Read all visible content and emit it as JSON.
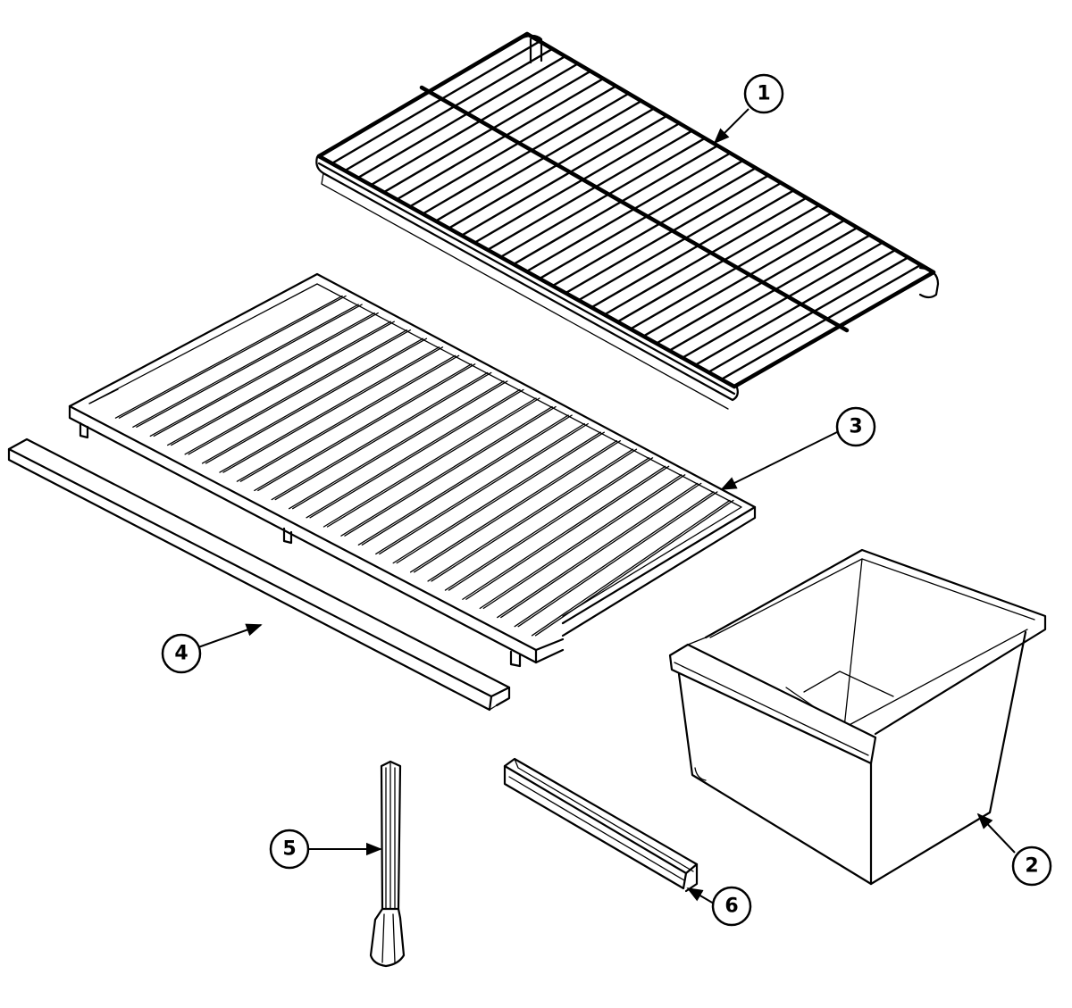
{
  "callouts": [
    {
      "id": "1",
      "label": "1"
    },
    {
      "id": "2",
      "label": "2"
    },
    {
      "id": "3",
      "label": "3"
    },
    {
      "id": "4",
      "label": "4"
    },
    {
      "id": "5",
      "label": "5"
    },
    {
      "id": "6",
      "label": "6"
    }
  ],
  "parts": [
    {
      "callout": "1",
      "icon": "wire-shelf-icon"
    },
    {
      "callout": "2",
      "icon": "crisper-drawer-icon"
    },
    {
      "callout": "3",
      "icon": "slotted-shelf-icon"
    },
    {
      "callout": "4",
      "icon": "shelf-trim-rail-icon"
    },
    {
      "callout": "5",
      "icon": "support-post-icon"
    },
    {
      "callout": "6",
      "icon": "drawer-handle-icon"
    }
  ]
}
